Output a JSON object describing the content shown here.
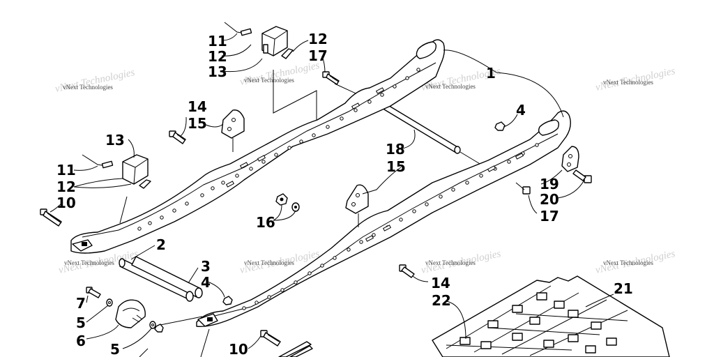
{
  "watermark": "vNext Technologies",
  "callouts": {
    "c1": "1",
    "c2": "2",
    "c3": "3",
    "c4a": "4",
    "c4b": "4",
    "c5a": "5",
    "c5b": "5",
    "c6": "6",
    "c7": "7",
    "c10a": "10",
    "c10b": "10",
    "c11a": "11",
    "c11b": "11",
    "c12a": "12",
    "c12b": "12",
    "c12c": "12",
    "c13a": "13",
    "c13b": "13",
    "c14a": "14",
    "c14b": "14",
    "c15a": "15",
    "c15b": "15",
    "c16": "16",
    "c17a": "17",
    "c17b": "17",
    "c18": "18",
    "c19": "19",
    "c20": "20",
    "c21": "21",
    "c22": "22"
  }
}
